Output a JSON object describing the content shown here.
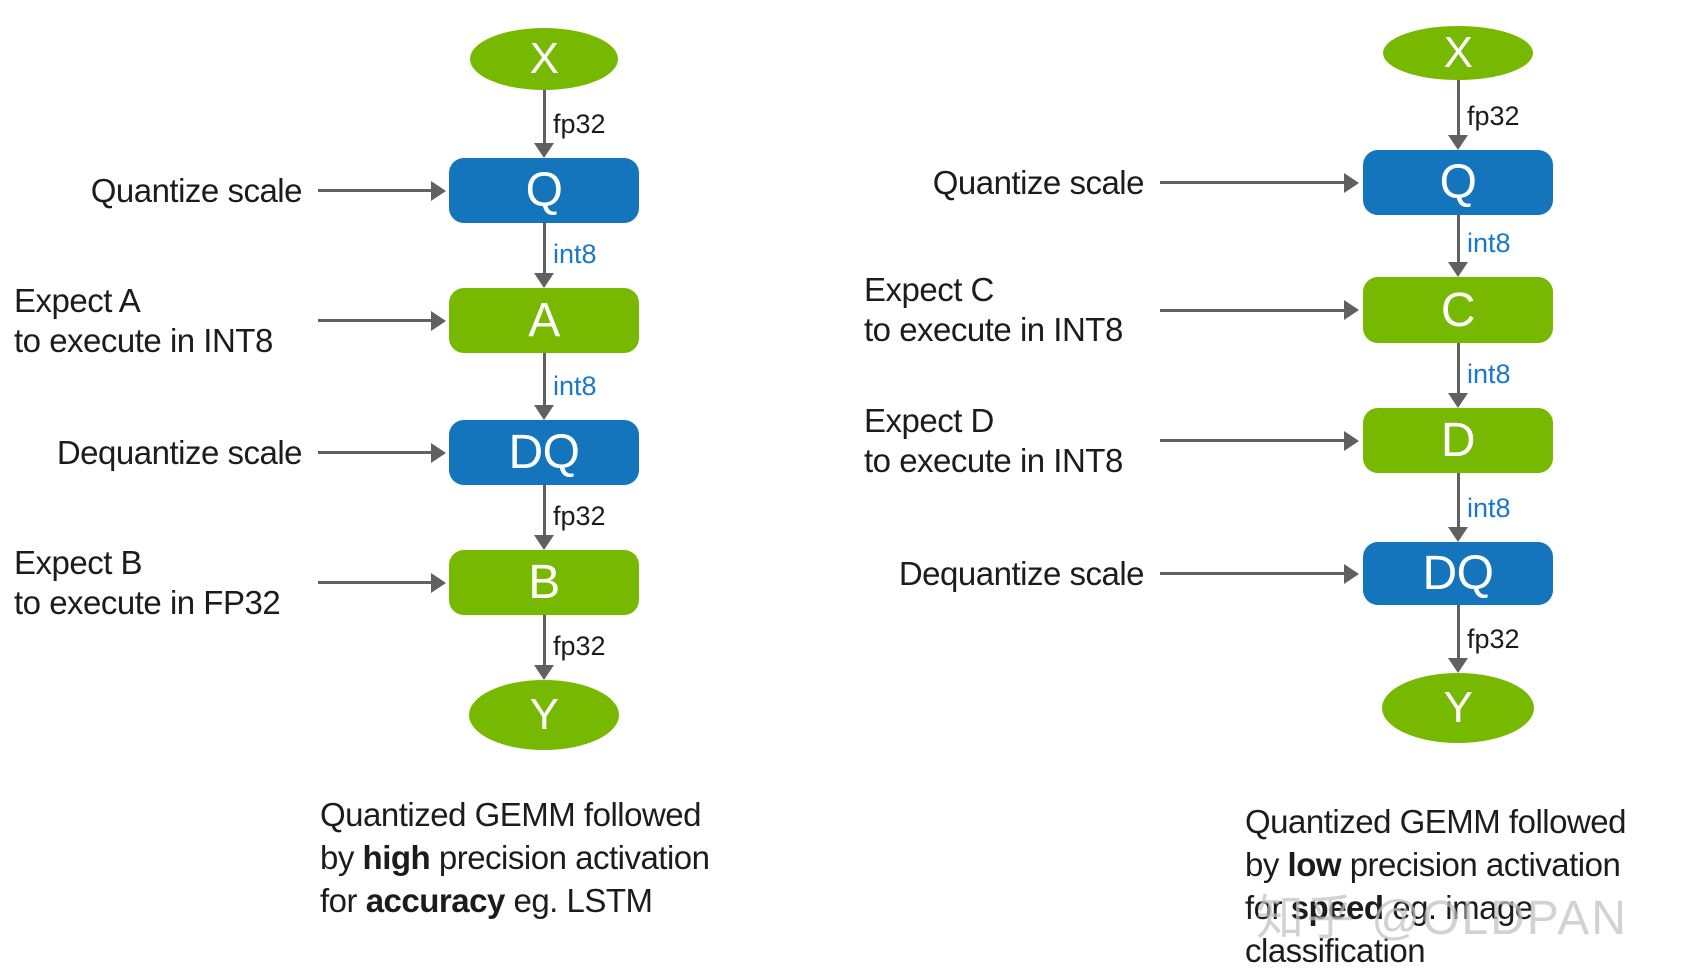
{
  "colors": {
    "green": "#76b900",
    "blue": "#1474bc",
    "int8_label": "#1b78c8",
    "fp32_label": "#1c1c1c",
    "arrow": "#606060",
    "text": "#1c1c1c",
    "watermark": "#c1c1c1"
  },
  "watermark": {
    "text": "知乎 @OLDPAN"
  },
  "diagrams": [
    {
      "id": "left",
      "nodes": [
        {
          "shape": "ellipse",
          "label": "X",
          "color": "green"
        },
        {
          "shape": "rect",
          "label": "Q",
          "color": "blue"
        },
        {
          "shape": "rect",
          "label": "A",
          "color": "green"
        },
        {
          "shape": "rect",
          "label": "DQ",
          "color": "blue"
        },
        {
          "shape": "rect",
          "label": "B",
          "color": "green"
        },
        {
          "shape": "ellipse",
          "label": "Y",
          "color": "green"
        }
      ],
      "edges": [
        {
          "label": "fp32",
          "color": "black"
        },
        {
          "label": "int8",
          "color": "blue"
        },
        {
          "label": "int8",
          "color": "blue"
        },
        {
          "label": "fp32",
          "color": "black"
        },
        {
          "label": "fp32",
          "color": "black"
        }
      ],
      "side_labels": [
        {
          "lines": [
            "Quantize scale"
          ],
          "align": "right",
          "target": 1
        },
        {
          "lines": [
            "Expect A",
            "to execute in INT8"
          ],
          "align": "left",
          "target": 2
        },
        {
          "lines": [
            "Dequantize scale"
          ],
          "align": "right",
          "target": 3
        },
        {
          "lines": [
            "Expect B",
            "to execute in FP32"
          ],
          "align": "left",
          "target": 4
        }
      ],
      "caption": [
        [
          {
            "text": "Quantized GEMM followed"
          }
        ],
        [
          {
            "text": "by "
          },
          {
            "text": "high",
            "bold": true
          },
          {
            "text": " precision activation"
          }
        ],
        [
          {
            "text": "for "
          },
          {
            "text": "accuracy",
            "bold": true
          },
          {
            "text": " eg. LSTM"
          }
        ]
      ]
    },
    {
      "id": "right",
      "nodes": [
        {
          "shape": "ellipse",
          "label": "X",
          "color": "green"
        },
        {
          "shape": "rect",
          "label": "Q",
          "color": "blue"
        },
        {
          "shape": "rect",
          "label": "C",
          "color": "green"
        },
        {
          "shape": "rect",
          "label": "D",
          "color": "green"
        },
        {
          "shape": "rect",
          "label": "DQ",
          "color": "blue"
        },
        {
          "shape": "ellipse",
          "label": "Y",
          "color": "green"
        }
      ],
      "edges": [
        {
          "label": "fp32",
          "color": "black"
        },
        {
          "label": "int8",
          "color": "blue"
        },
        {
          "label": "int8",
          "color": "blue"
        },
        {
          "label": "int8",
          "color": "blue"
        },
        {
          "label": "fp32",
          "color": "black"
        }
      ],
      "side_labels": [
        {
          "lines": [
            "Quantize scale"
          ],
          "align": "right",
          "target": 1
        },
        {
          "lines": [
            "Expect C",
            "to execute in INT8"
          ],
          "align": "left",
          "target": 2
        },
        {
          "lines": [
            "Expect D",
            "to execute in INT8"
          ],
          "align": "left",
          "target": 3
        },
        {
          "lines": [
            "Dequantize scale"
          ],
          "align": "right",
          "target": 4
        }
      ],
      "caption": [
        [
          {
            "text": "Quantized GEMM followed"
          }
        ],
        [
          {
            "text": "by "
          },
          {
            "text": "low",
            "bold": true
          },
          {
            "text": " precision activation"
          }
        ],
        [
          {
            "text": "for "
          },
          {
            "text": "speed",
            "bold": true
          },
          {
            "text": " eg. image"
          }
        ],
        [
          {
            "text": "classification"
          }
        ]
      ]
    }
  ]
}
